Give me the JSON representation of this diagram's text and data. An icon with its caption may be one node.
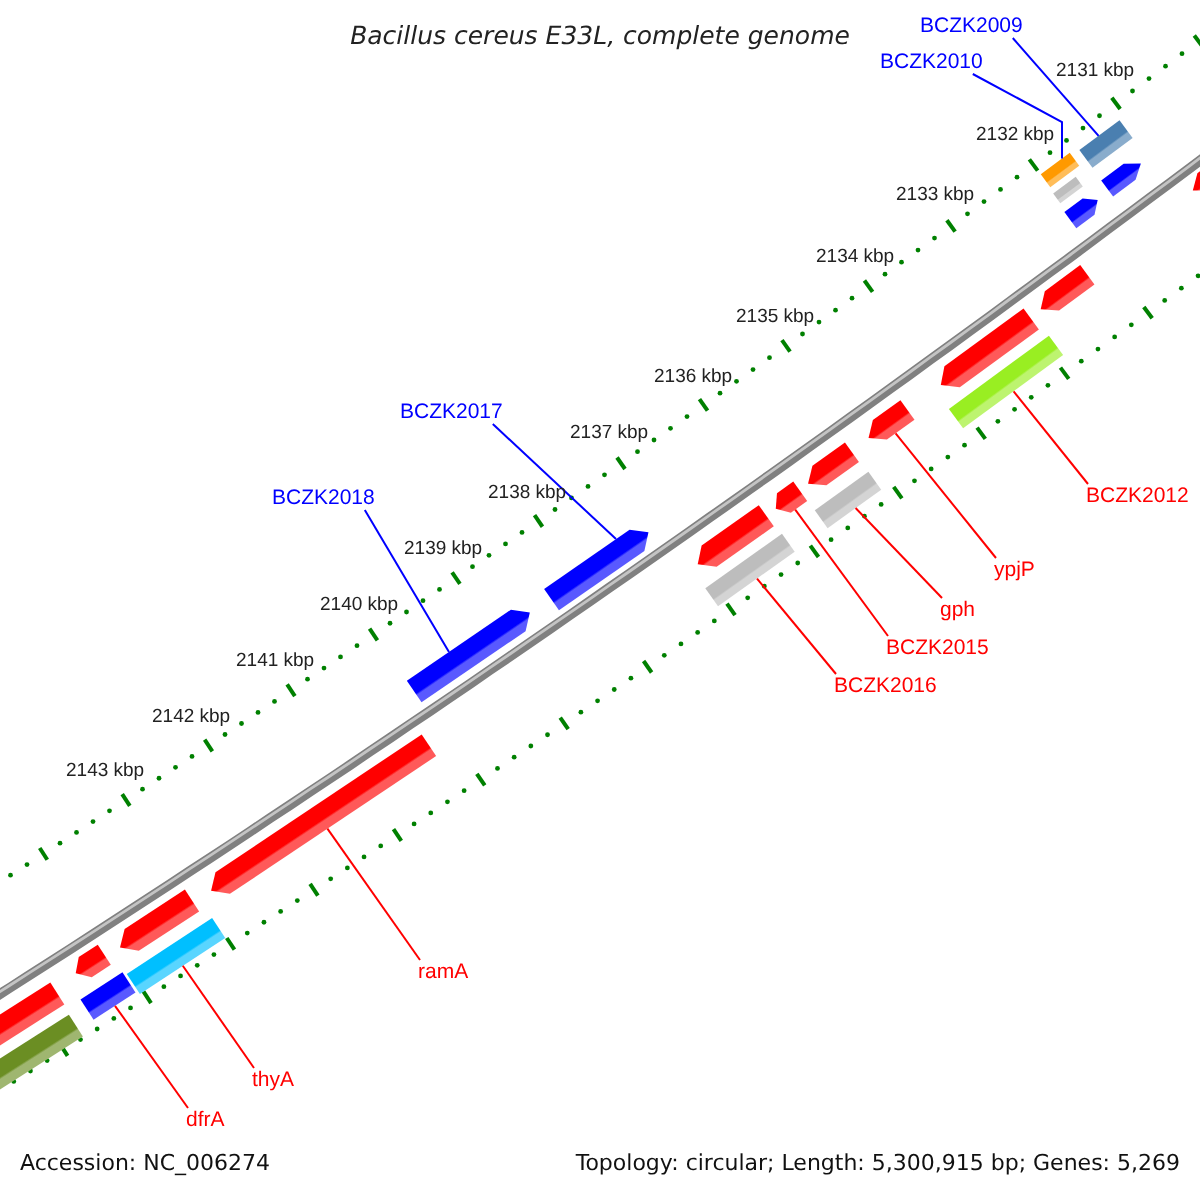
{
  "diagram": {
    "title": "Bacillus cereus E33L, complete genome",
    "nodes": [
      {
        "text": [
          "BCZK2009"
        ]
      },
      {
        "text": [
          "BCZK2010"
        ]
      },
      {
        "text": [
          "BCZK2017"
        ]
      },
      {
        "text": [
          "BCZK2018"
        ]
      },
      {
        "text": [
          "BCZK2012"
        ]
      },
      {
        "text": [
          "ypjP"
        ]
      },
      {
        "text": [
          "gph"
        ]
      },
      {
        "text": [
          "BCZK2015"
        ]
      },
      {
        "text": [
          "BCZK2016"
        ]
      },
      {
        "text": [
          "ramA"
        ]
      },
      {
        "text": [
          "thyA"
        ]
      },
      {
        "text": [
          "dfrA"
        ]
      },
      {
        "text": [],
        "shape": "bar"
      },
      {
        "text": [],
        "shape": "bar"
      },
      {
        "text": [],
        "shape": "bar"
      },
      {
        "text": [],
        "shape": "bar"
      },
      {
        "text": [],
        "shape": "bar"
      },
      {
        "text": [],
        "shape": "bar"
      },
      {
        "text": [],
        "shape": "bar"
      },
      {
        "text": [],
        "shape": "bar"
      },
      {
        "text": [],
        "shape": "bar"
      },
      {
        "text": [],
        "shape": "bar"
      },
      {
        "text": [],
        "shape": "bar"
      },
      {
        "text": [],
        "shape": "bar"
      },
      {
        "text": [],
        "shape": "bar"
      },
      {
        "text": [],
        "shape": "bar"
      },
      {
        "text": [],
        "shape": "bar"
      },
      {
        "text": [],
        "shape": "bar"
      },
      {
        "text": [],
        "shape": "bar"
      },
      {
        "text": [],
        "shape": "bar"
      },
      {
        "text": [],
        "shape": "bar"
      },
      {
        "text": [],
        "shape": "bar"
      },
      {
        "text": [],
        "shape": "bar"
      },
      {
        "text": [],
        "shape": "bar"
      },
      {
        "text": [],
        "shape": "bar"
      },
      {
        "text": [],
        "shape": "bar"
      }
    ],
    "edges": [
      {
        "from": 0,
        "to": 12,
        "arrow": "none",
        "color": "#0000ff"
      },
      {
        "from": 1,
        "to": 13,
        "arrow": "none",
        "color": "#0000ff"
      },
      {
        "from": 2,
        "to": 26,
        "arrow": "none",
        "color": "#0000ff"
      },
      {
        "from": 3,
        "to": 28,
        "arrow": "none",
        "color": "#0000ff"
      },
      {
        "from": 4,
        "to": 20,
        "arrow": "none"
      },
      {
        "from": 5,
        "to": 21,
        "arrow": "none"
      },
      {
        "from": 6,
        "to": 23,
        "arrow": "none"
      },
      {
        "from": 7,
        "to": 24,
        "arrow": "none"
      },
      {
        "from": 8,
        "to": 27,
        "arrow": "none"
      },
      {
        "from": 9,
        "to": 29,
        "arrow": "none"
      },
      {
        "from": 10,
        "to": 31,
        "arrow": "none"
      },
      {
        "from": 11,
        "to": 33,
        "arrow": "none"
      }
    ],
    "labels": [
      "2131 kbp",
      "2132 kbp",
      "2133 kbp",
      "2134 kbp",
      "2135 kbp",
      "2136 kbp",
      "2137 kbp",
      "2138 kbp",
      "2139 kbp",
      "2140 kbp",
      "2141 kbp",
      "2142 kbp",
      "2143 kbp",
      "Accession: NC_006274",
      "Topology: circular; Length: 5,300,915 bp; Genes: 5,269"
    ]
  }
}
